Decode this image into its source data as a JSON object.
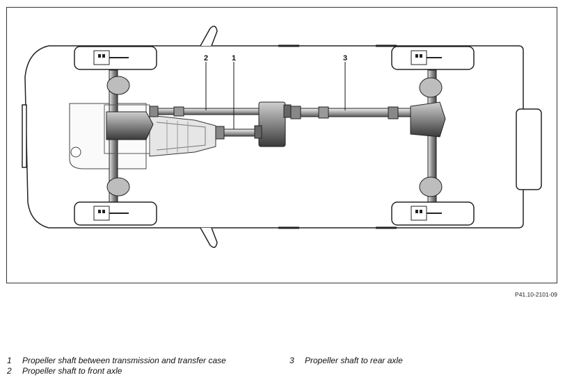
{
  "figure_ref": "P41.10-2101-09",
  "callouts": [
    "1",
    "2",
    "3"
  ],
  "legend": [
    {
      "num": "1",
      "text": "Propeller shaft between transmission and transfer case"
    },
    {
      "num": "2",
      "text": "Propeller shaft to front axle"
    },
    {
      "num": "3",
      "text": "Propeller shaft to rear axle"
    }
  ]
}
